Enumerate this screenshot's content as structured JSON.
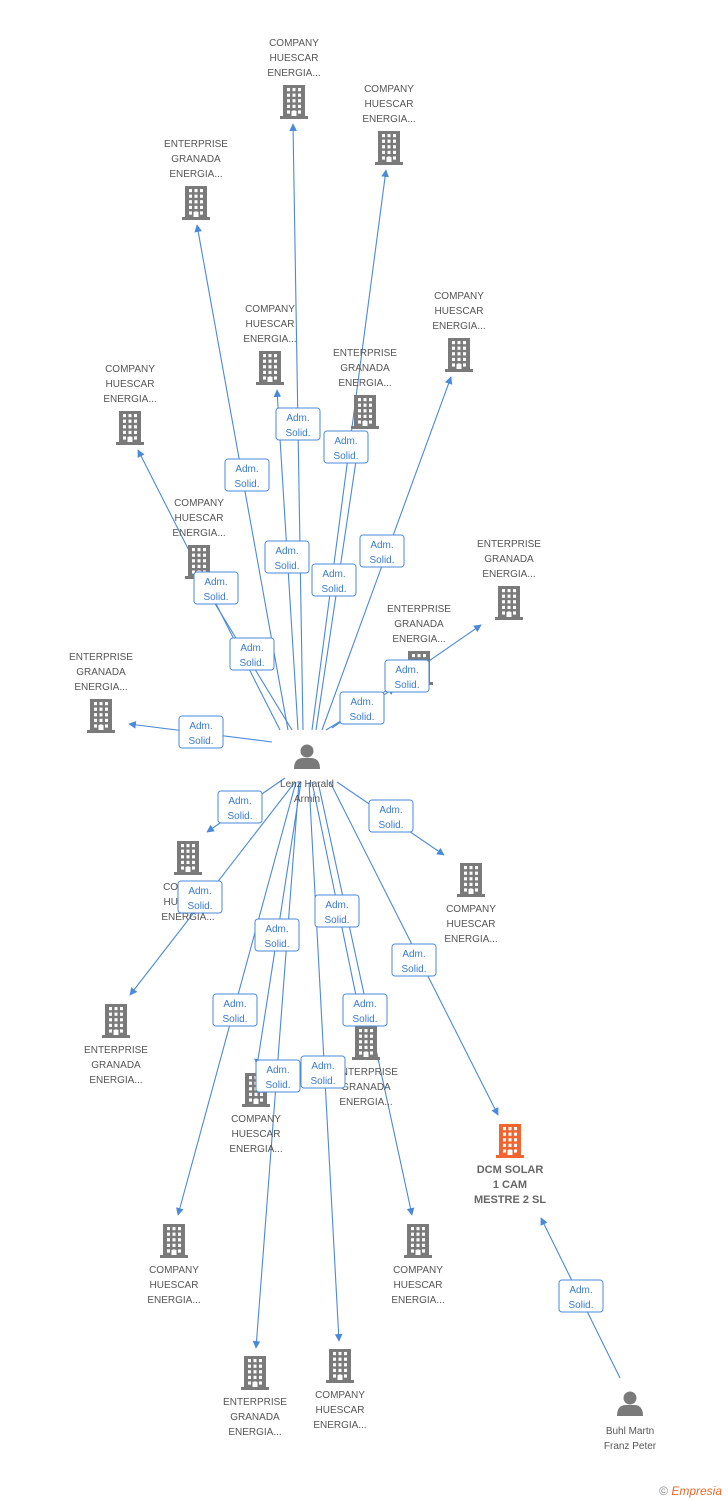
{
  "colors": {
    "edge": "#4a8ad8",
    "company": "#7a7a7a",
    "focus": "#f26430",
    "person": "#7a7a7a",
    "badge_text": "#3a7ad0"
  },
  "people": [
    {
      "id": "lenz",
      "icon": "person-icon",
      "lines": [
        "Lenz Harald",
        "Armin"
      ]
    },
    {
      "id": "buhl",
      "icon": "person-icon",
      "lines": [
        "Buhl Martn",
        "Franz Peter"
      ]
    }
  ],
  "companies": [
    {
      "id": "c1",
      "icon": "building-icon",
      "lines": [
        "COMPANY",
        "HUESCAR",
        "ENERGIA..."
      ]
    },
    {
      "id": "c2",
      "icon": "building-icon",
      "lines": [
        "COMPANY",
        "HUESCAR",
        "ENERGIA..."
      ]
    },
    {
      "id": "c3",
      "icon": "building-icon",
      "lines": [
        "ENTERPRISE",
        "GRANADA",
        "ENERGIA..."
      ]
    },
    {
      "id": "c4",
      "icon": "building-icon",
      "lines": [
        "COMPANY",
        "HUESCAR",
        "ENERGIA..."
      ]
    },
    {
      "id": "c5",
      "icon": "building-icon",
      "lines": [
        "COMPANY",
        "HUESCAR",
        "ENERGIA..."
      ]
    },
    {
      "id": "c6",
      "icon": "building-icon",
      "lines": [
        "ENTERPRISE",
        "GRANADA",
        "ENERGIA..."
      ]
    },
    {
      "id": "c7",
      "icon": "building-icon",
      "lines": [
        "COMPANY",
        "HUESCAR",
        "ENERGIA..."
      ]
    },
    {
      "id": "c8",
      "icon": "building-icon",
      "lines": [
        "COMPANY",
        "HUESCAR",
        "ENERGIA..."
      ]
    },
    {
      "id": "c9",
      "icon": "building-icon",
      "lines": [
        "ENTERPRISE",
        "GRANADA",
        "ENERGIA..."
      ]
    },
    {
      "id": "c10",
      "icon": "building-icon",
      "lines": [
        "ENTERPRISE",
        "GRANADA",
        "ENERGIA..."
      ]
    },
    {
      "id": "c11",
      "icon": "building-icon",
      "lines": [
        "ENTERPRISE",
        "GRANADA",
        "ENERGIA..."
      ]
    },
    {
      "id": "c12",
      "icon": "building-icon",
      "lines": [
        "COMPANY",
        "HUESCAR",
        "ENERGIA..."
      ]
    },
    {
      "id": "c13",
      "icon": "building-icon",
      "lines": [
        "COMPANY",
        "HUESCAR",
        "ENERGIA..."
      ]
    },
    {
      "id": "c14",
      "icon": "building-icon",
      "lines": [
        "ENTERPRISE",
        "GRANADA",
        "ENERGIA..."
      ]
    },
    {
      "id": "c15",
      "icon": "building-icon",
      "lines": [
        "ENTERPRISE",
        "GRANADA",
        "ENERGIA..."
      ]
    },
    {
      "id": "c16",
      "icon": "building-icon",
      "lines": [
        "COMPANY",
        "HUESCAR",
        "ENERGIA..."
      ]
    },
    {
      "id": "c17",
      "icon": "building-icon",
      "lines": [
        "COMPANY",
        "HUESCAR",
        "ENERGIA..."
      ]
    },
    {
      "id": "c18",
      "icon": "building-icon",
      "lines": [
        "COMPANY",
        "HUESCAR",
        "ENERGIA..."
      ]
    },
    {
      "id": "c19",
      "icon": "building-icon",
      "lines": [
        "ENTERPRISE",
        "GRANADA",
        "ENERGIA..."
      ]
    },
    {
      "id": "c20",
      "icon": "building-icon",
      "lines": [
        "COMPANY",
        "HUESCAR",
        "ENERGIA..."
      ]
    },
    {
      "id": "focus",
      "icon": "building-icon",
      "focus": true,
      "lines": [
        "DCM SOLAR",
        "1 CAM",
        "MESTRE 2 SL"
      ]
    }
  ],
  "relations": [
    {
      "from": "lenz",
      "to": "c1",
      "label": [
        "Adm.",
        "Solid."
      ]
    },
    {
      "from": "lenz",
      "to": "c2",
      "label": [
        "Adm.",
        "Solid."
      ]
    },
    {
      "from": "lenz",
      "to": "c3",
      "label": [
        "Adm.",
        "Solid."
      ]
    },
    {
      "from": "lenz",
      "to": "c4",
      "label": [
        "Adm.",
        "Solid."
      ]
    },
    {
      "from": "lenz",
      "to": "c5",
      "label": [
        "Adm.",
        "Solid."
      ]
    },
    {
      "from": "lenz",
      "to": "c6",
      "label": [
        "Adm.",
        "Solid."
      ]
    },
    {
      "from": "lenz",
      "to": "c7",
      "label": [
        "Adm.",
        "Solid."
      ]
    },
    {
      "from": "lenz",
      "to": "c8",
      "label": [
        "Adm.",
        "Solid."
      ]
    },
    {
      "from": "lenz",
      "to": "c9",
      "label": [
        "Adm.",
        "Solid."
      ]
    },
    {
      "from": "lenz",
      "to": "c10",
      "label": [
        "Adm.",
        "Solid."
      ]
    },
    {
      "from": "lenz",
      "to": "c11",
      "label": [
        "Adm.",
        "Solid."
      ]
    },
    {
      "from": "lenz",
      "to": "c12",
      "label": [
        "Adm.",
        "Solid."
      ]
    },
    {
      "from": "lenz",
      "to": "c13",
      "label": [
        "Adm.",
        "Solid."
      ]
    },
    {
      "from": "lenz",
      "to": "c14",
      "label": [
        "Adm.",
        "Solid."
      ]
    },
    {
      "from": "lenz",
      "to": "c15",
      "label": [
        "Adm.",
        "Solid."
      ]
    },
    {
      "from": "lenz",
      "to": "c16",
      "label": [
        "Adm.",
        "Solid."
      ]
    },
    {
      "from": "lenz",
      "to": "c17",
      "label": [
        "Adm.",
        "Solid."
      ]
    },
    {
      "from": "lenz",
      "to": "c18",
      "label": [
        "Adm.",
        "Solid."
      ]
    },
    {
      "from": "lenz",
      "to": "c19",
      "label": [
        "Adm.",
        "Solid."
      ]
    },
    {
      "from": "lenz",
      "to": "c20",
      "label": [
        "Adm.",
        "Solid."
      ]
    },
    {
      "from": "lenz",
      "to": "focus",
      "label": [
        "Adm.",
        "Solid."
      ]
    },
    {
      "from": "buhl",
      "to": "focus",
      "label": [
        "Adm.",
        "Solid."
      ]
    }
  ],
  "footer": {
    "copyright": "©",
    "brand": "Empresia"
  }
}
